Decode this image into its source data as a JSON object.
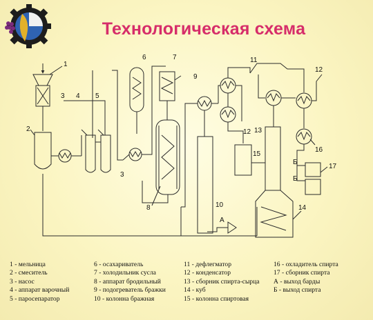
{
  "title": "Технологическая схема",
  "numbers": [
    "1",
    "2",
    "3",
    "4",
    "5",
    "6",
    "7",
    "8",
    "9",
    "10",
    "11",
    "12",
    "13",
    "14",
    "15",
    "16",
    "17"
  ],
  "letters": {
    "a": "А",
    "b": "Б"
  },
  "legend": {
    "col1": [
      "1 - мельница",
      "2 - смеситель",
      "3 - насос",
      "4 - аппарат варочный",
      "5 - паросепаратор"
    ],
    "col2": [
      "6 - осахариватель",
      "7 - холодильник сусла",
      "8 - аппарат бродильный",
      "9 - подогреватель бражки",
      "10 - колонна бражная"
    ],
    "col3": [
      "11 - дефлегматор",
      "12 - конденсатор",
      "13 - сборник спирта-сырца",
      "14 - куб",
      "15 - колонна спиртовая"
    ],
    "col4": [
      "16 - охладитель спирта",
      "17 - сборник спирта",
      "А - выход барды",
      "Б - выход спирта"
    ]
  },
  "colors": {
    "title": "#d62d6a",
    "line": "#2a2a2a",
    "logo_blue": "#2f63b2",
    "logo_gold": "#e2b12a",
    "logo_dark": "#1d1d1d"
  }
}
